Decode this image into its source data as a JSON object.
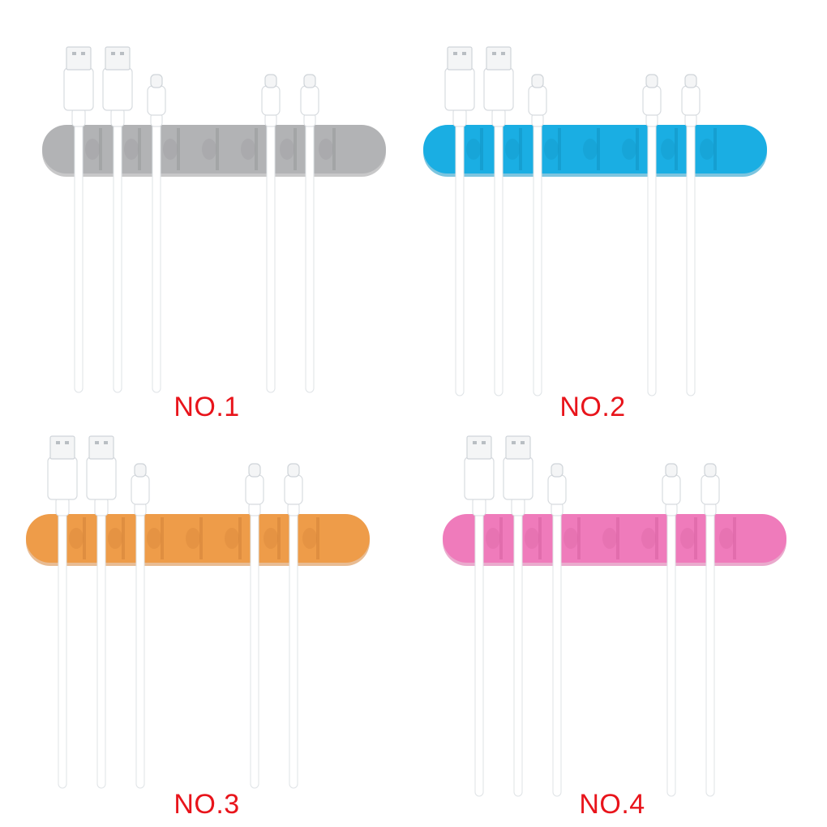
{
  "colors": {
    "background": "#ffffff",
    "label_red": "#e8141b",
    "cable_white": "#ffffff",
    "connector_shadow": "#cfd4d9"
  },
  "organizers": [
    {
      "label": "NO.1",
      "color": "#b2b3b5",
      "shade": "#9a9b9d"
    },
    {
      "label": "NO.2",
      "color": "#1aaee3",
      "shade": "#1395c4"
    },
    {
      "label": "NO.3",
      "color": "#ee9c49",
      "shade": "#d5853a"
    },
    {
      "label": "NO.4",
      "color": "#ef7bbb",
      "shade": "#d964a4"
    }
  ],
  "cables": [
    "usb-a",
    "usb-a",
    "usb-c",
    "none",
    "none",
    "usb-c",
    "usb-c"
  ]
}
